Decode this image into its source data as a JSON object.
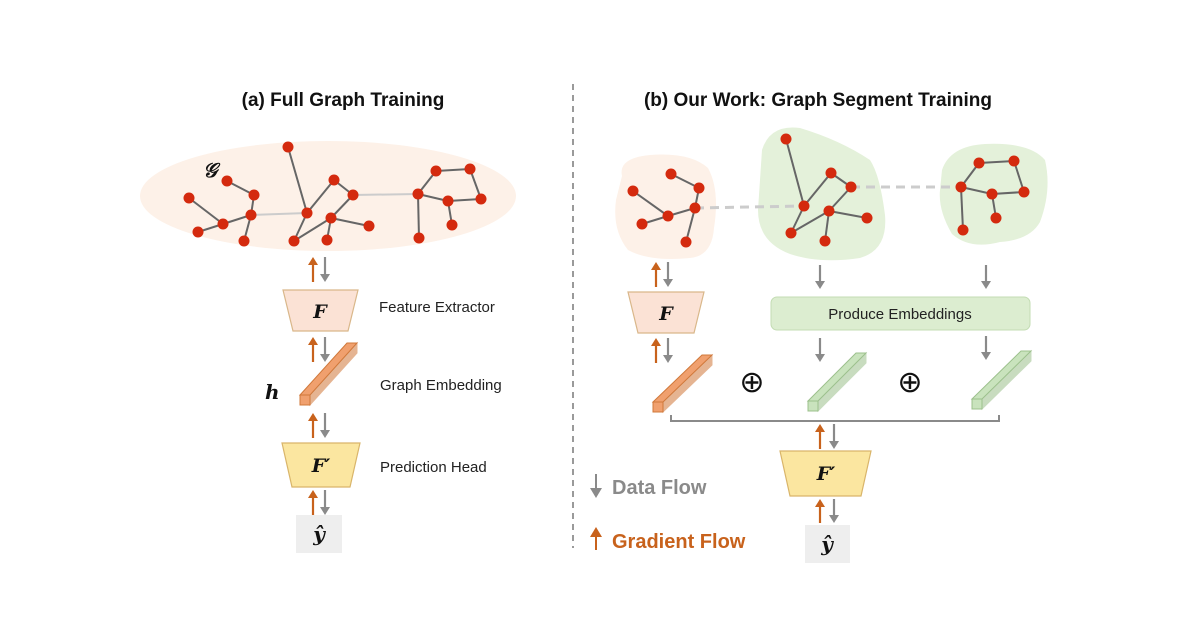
{
  "colors": {
    "node": "#d42a0e",
    "edge": "#666666",
    "cross_edge": "#cccccc",
    "data_flow": "#8a8a8a",
    "gradient_flow": "#c8621c",
    "extractor_fill": "#fbe2d5",
    "extractor_stroke": "#d9b78a",
    "head_fill": "#fbe6a0",
    "head_stroke": "#d9b56a",
    "orange_embedding": "#f0a06e",
    "green_embedding": "#c9e3bd",
    "segment_orange_bg": "#fdf1e8",
    "segment_green_bg": "#e4f1da",
    "produce_box_fill": "#dcedd0",
    "output_box_fill": "#eeeeee"
  },
  "panel_a": {
    "title": "(a) Full Graph Training",
    "graph_symbol": "𝒢",
    "extractor_symbol": "F",
    "extractor_label": "Feature Extractor",
    "embedding_symbol": "h",
    "embedding_label": "Graph Embedding",
    "head_symbol": "F′",
    "head_label": "Prediction Head",
    "output_symbol": "ŷ"
  },
  "panel_b": {
    "title": "(b) Our Work: Graph Segment Training",
    "extractor_symbol": "F",
    "produce_label": "Produce Embeddings",
    "combine_symbol": "⊕",
    "head_symbol": "F′",
    "output_symbol": "ŷ"
  },
  "legend": {
    "data_flow_arrow": "↓",
    "data_flow_label": "Data Flow",
    "gradient_flow_arrow": "↑",
    "gradient_flow_label": "Gradient Flow"
  }
}
